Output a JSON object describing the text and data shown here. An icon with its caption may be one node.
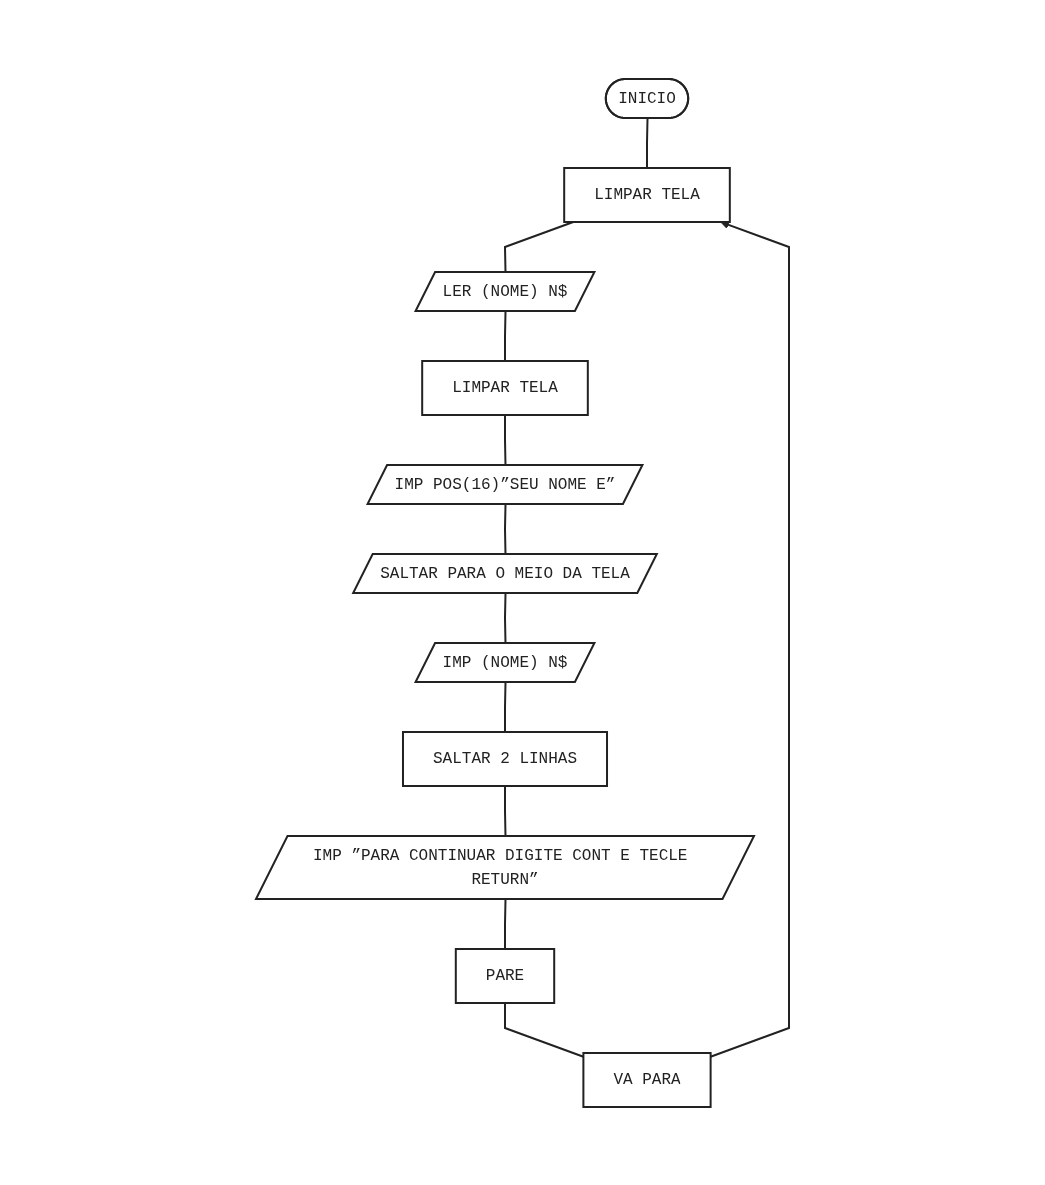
{
  "diagram": {
    "nodes": [
      {
        "text": [
          "INICIO"
        ]
      },
      {
        "text": [
          "LIMPAR TELA"
        ]
      },
      {
        "text": [
          "LER (NOME) N$"
        ]
      },
      {
        "text": [
          "LIMPAR TELA"
        ]
      },
      {
        "text": [
          "IMP POS(16)”SEU NOME E”"
        ]
      },
      {
        "text": [
          "SALTAR PARA O MEIO DA TELA"
        ]
      },
      {
        "text": [
          "IMP (NOME) N$"
        ]
      },
      {
        "text": [
          "SALTAR 2 LINHAS"
        ]
      },
      {
        "text": [
          "IMP ”PARA CONTINUAR DIGITE CONT E TECLE RETURN”"
        ]
      },
      {
        "text": [
          "PARE"
        ]
      },
      {
        "text": [
          "VA PARA"
        ]
      }
    ],
    "edges": [
      {
        "from": 0,
        "to": 1,
        "arrow": "none"
      },
      {
        "from": 1,
        "to": 2,
        "arrow": "none"
      },
      {
        "from": 2,
        "to": 3,
        "arrow": "none"
      },
      {
        "from": 3,
        "to": 4,
        "arrow": "none"
      },
      {
        "from": 4,
        "to": 5,
        "arrow": "none"
      },
      {
        "from": 5,
        "to": 6,
        "arrow": "none"
      },
      {
        "from": 6,
        "to": 7,
        "arrow": "none"
      },
      {
        "from": 7,
        "to": 8,
        "arrow": "none"
      },
      {
        "from": 8,
        "to": 9,
        "arrow": "none"
      },
      {
        "from": 9,
        "to": 10,
        "arrow": "none"
      },
      {
        "from": 10,
        "to": 1,
        "arrow": "to"
      }
    ]
  }
}
